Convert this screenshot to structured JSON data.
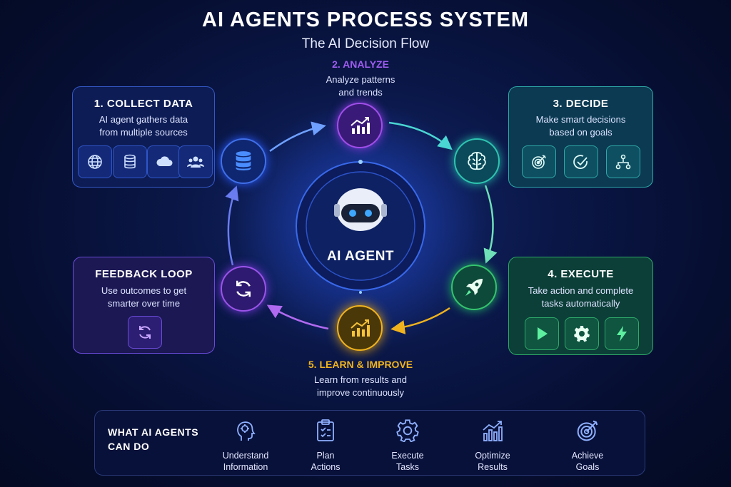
{
  "header": {
    "title": "AI AGENTS PROCESS SYSTEM",
    "subtitle": "The AI Decision Flow"
  },
  "center": {
    "label": "AI AGENT"
  },
  "steps": {
    "collect": {
      "title": "1. COLLECT DATA",
      "desc_line1": "AI agent gathers data",
      "desc_line2": "from multiple sources",
      "icons": [
        "globe-icon",
        "database-icon",
        "cloud-icon",
        "users-icon"
      ]
    },
    "analyze": {
      "title": "2. ANALYZE",
      "desc_line1": "Analyze patterns",
      "desc_line2": "and trends",
      "icon": "chart-icon"
    },
    "decide": {
      "title": "3. DECIDE",
      "desc_line1": "Make smart decisions",
      "desc_line2": "based on goals",
      "icons": [
        "target-icon",
        "check-circle-icon",
        "hierarchy-icon"
      ]
    },
    "execute": {
      "title": "4. EXECUTE",
      "desc_line1": "Take action and complete",
      "desc_line2": "tasks automatically",
      "icons": [
        "play-icon",
        "gear-icon",
        "lightning-icon"
      ]
    },
    "learn": {
      "title": "5. LEARN & IMPROVE",
      "desc_line1": "Learn from results and",
      "desc_line2": "improve continuously",
      "icon": "growth-chart-icon"
    },
    "feedback": {
      "title": "FEEDBACK LOOP",
      "desc_line1": "Use outcomes to get",
      "desc_line2": "smarter over time",
      "icon": "refresh-icon"
    }
  },
  "capabilities": {
    "heading_line1": "WHAT AI AGENTS",
    "heading_line2": "CAN DO",
    "items": [
      {
        "line1": "Understand",
        "line2": "Information",
        "icon": "head-brain-icon"
      },
      {
        "line1": "Plan",
        "line2": "Actions",
        "icon": "clipboard-icon"
      },
      {
        "line1": "Execute",
        "line2": "Tasks",
        "icon": "gear-icon"
      },
      {
        "line1": "Optimize",
        "line2": "Results",
        "icon": "bar-chart-icon"
      },
      {
        "line1": "Achieve",
        "line2": "Goals",
        "icon": "target-icon"
      }
    ]
  },
  "colors": {
    "collect": "#3f6fe8",
    "analyze": "#a04ee8",
    "decide": "#2ec4b0",
    "execute": "#35c46e",
    "learn": "#f0b31e",
    "feedback": "#9a54e8",
    "cap_icon": "#8fb0ff"
  }
}
